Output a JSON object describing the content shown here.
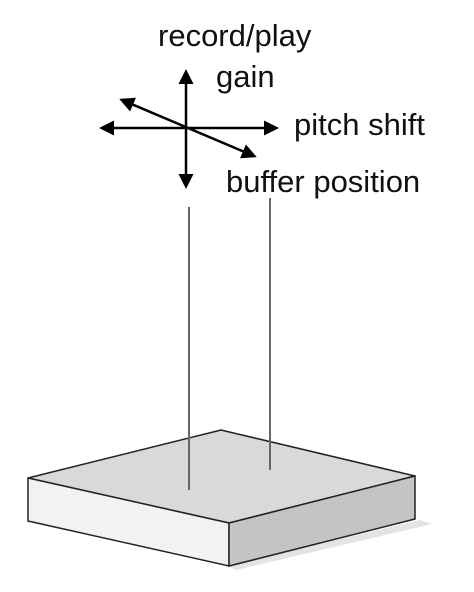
{
  "labels": {
    "record_play": "record/play",
    "gain": "gain",
    "pitch_shift": "pitch shift",
    "buffer_position": "buffer position"
  },
  "colors": {
    "arrow": "#000000",
    "rod": "#666666",
    "block_top": "#d9d9d9",
    "block_front": "#f2f2f2",
    "block_side": "#bdbdbd",
    "block_edge": "#222222",
    "shadow": "#dddddd"
  }
}
